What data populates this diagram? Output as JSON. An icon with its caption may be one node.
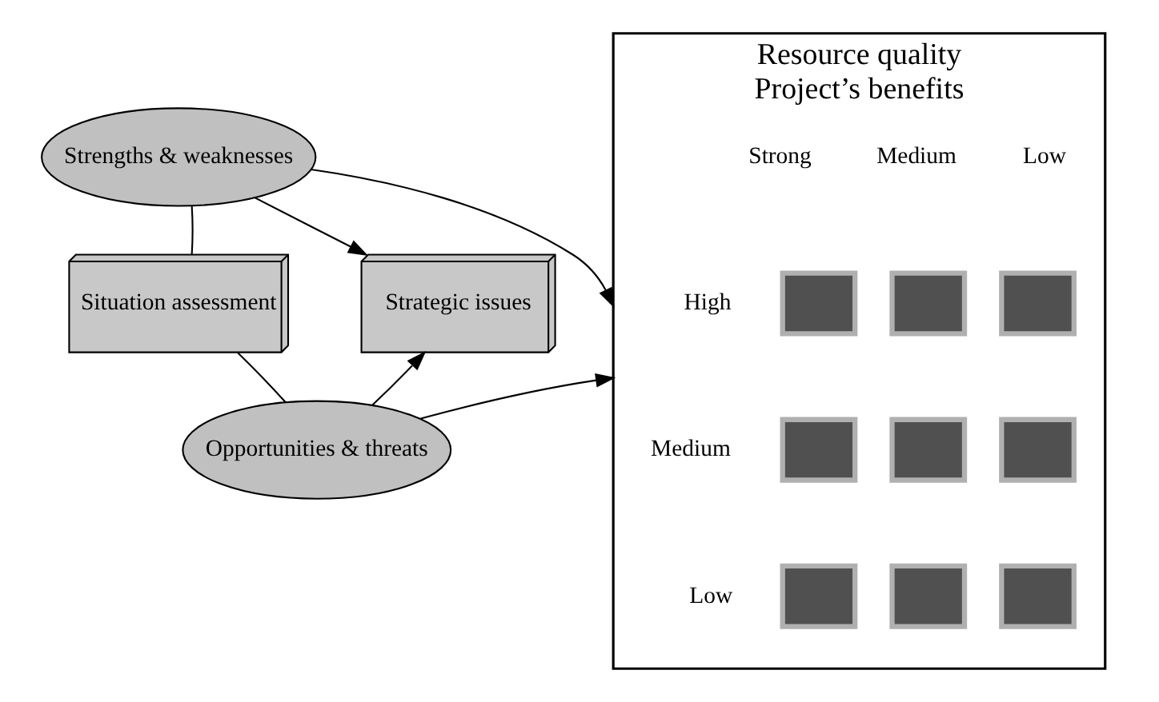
{
  "diagram": {
    "nodes": [
      {
        "text": [
          "Situation assessment"
        ]
      },
      {
        "text": [
          "Strengths & weaknesses"
        ]
      },
      {
        "text": [
          "Strategic issues"
        ]
      },
      {
        "text": [
          "Opportunities & threats"
        ]
      },
      {
        "text": [
          "Resource quality",
          "Project’s benefits"
        ]
      },
      {
        "text": [],
        "shape": "box",
        "in": 4
      },
      {
        "text": [],
        "shape": "box",
        "in": 4
      },
      {
        "text": [],
        "shape": "box",
        "in": 4
      },
      {
        "text": [],
        "shape": "box",
        "in": 4
      },
      {
        "text": [],
        "shape": "box",
        "in": 4
      },
      {
        "text": [],
        "shape": "box",
        "in": 4
      },
      {
        "text": [],
        "shape": "box",
        "in": 4
      },
      {
        "text": [],
        "shape": "box",
        "in": 4
      },
      {
        "text": [],
        "shape": "box",
        "in": 4
      }
    ],
    "edges": [
      {
        "from": 0,
        "to": 1,
        "arrow": "none"
      },
      {
        "from": 0,
        "to": 3,
        "arrow": "none"
      },
      {
        "from": 1,
        "to": 2,
        "arrow": "to"
      },
      {
        "from": 3,
        "to": 2,
        "arrow": "to"
      },
      {
        "from": 1,
        "to": 4,
        "arrow": "to"
      },
      {
        "from": 3,
        "to": 4,
        "arrow": "to"
      }
    ],
    "labels": [
      "Strong",
      "Medium",
      "Low",
      "High",
      "Medium",
      "Low"
    ]
  }
}
